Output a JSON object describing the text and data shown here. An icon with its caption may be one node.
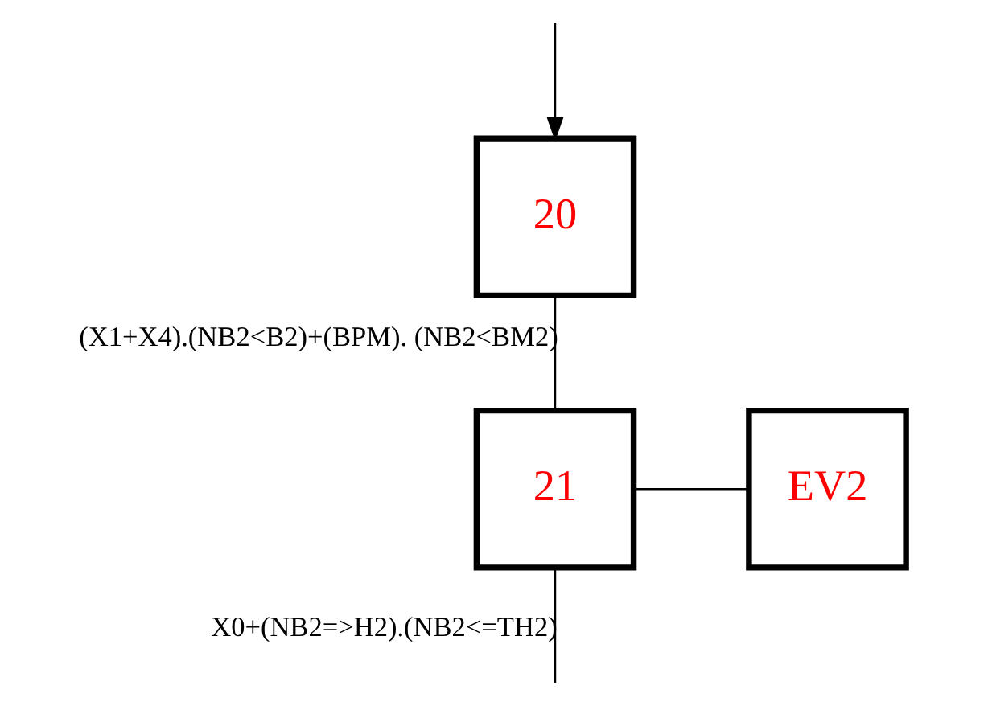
{
  "diagram": {
    "nodes": [
      {
        "text": [
          "20"
        ]
      },
      {
        "text": [
          "21"
        ]
      },
      {
        "text": [
          "EV2"
        ]
      }
    ],
    "edges": [
      {
        "from": null,
        "to": 0,
        "arrow": "to"
      },
      {
        "from": 0,
        "to": 1,
        "arrow": "none",
        "label": "(X1+X4).(NB2<B2)+(BPM). (NB2<BM2)"
      },
      {
        "from": 1,
        "to": 2,
        "arrow": "none"
      },
      {
        "from": 1,
        "to": null,
        "arrow": "none",
        "label": "X0+(NB2=>H2).(NB2<=TH2)"
      }
    ]
  }
}
